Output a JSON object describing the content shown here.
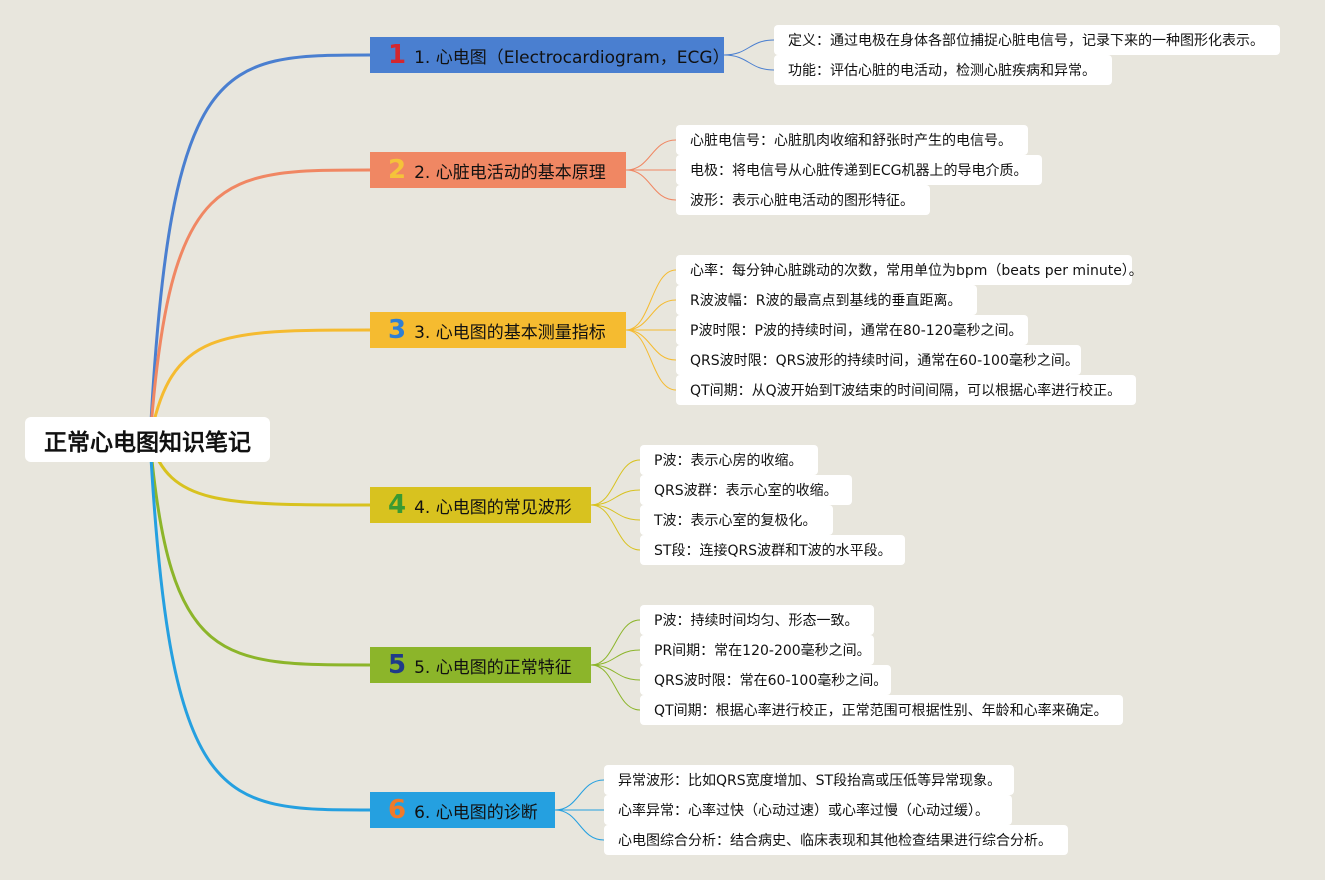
{
  "root": "正常心电图知识笔记",
  "branches": [
    {
      "num": "1",
      "label": "1. 心电图（Electrocardiogram，ECG）",
      "color": "#4a7fd0",
      "num_color": "#d4272f",
      "leaves": [
        "定义：通过电极在身体各部位捕捉心脏电信号，记录下来的一种图形化表示。",
        "功能：评估心脏的电活动，检测心脏疾病和异常。"
      ]
    },
    {
      "num": "2",
      "label": "2. 心脏电活动的基本原理",
      "color": "#f08763",
      "num_color": "#f5c33a",
      "leaves": [
        "心脏电信号：心脏肌肉收缩和舒张时产生的电信号。",
        "电极：将电信号从心脏传递到ECG机器上的导电介质。",
        "波形：表示心脏电活动的图形特征。"
      ]
    },
    {
      "num": "3",
      "label": "3. 心电图的基本测量指标",
      "color": "#f5bb30",
      "num_color": "#2f7fd4",
      "leaves": [
        "心率：每分钟心脏跳动的次数，常用单位为bpm（beats per minute）。",
        "R波波幅：R波的最高点到基线的垂直距离。",
        "P波时限：P波的持续时间，通常在80-120毫秒之间。",
        "QRS波时限：QRS波形的持续时间，通常在60-100毫秒之间。",
        "QT间期：从Q波开始到T波结束的时间间隔，可以根据心率进行校正。"
      ]
    },
    {
      "num": "4",
      "label": "4. 心电图的常见波形",
      "color": "#d8c21f",
      "num_color": "#3a9a32",
      "leaves": [
        "P波：表示心房的收缩。",
        "QRS波群：表示心室的收缩。",
        "T波：表示心室的复极化。",
        "ST段：连接QRS波群和T波的水平段。"
      ]
    },
    {
      "num": "5",
      "label": "5. 心电图的正常特征",
      "color": "#8cb52a",
      "num_color": "#1f3a8a",
      "leaves": [
        "P波：持续时间均匀、形态一致。",
        "PR间期：常在120-200毫秒之间。",
        "QRS波时限：常在60-100毫秒之间。",
        "QT间期：根据心率进行校正，正常范围可根据性别、年龄和心率来确定。"
      ]
    },
    {
      "num": "6",
      "label": "6. 心电图的诊断",
      "color": "#25a0e0",
      "num_color": "#f07a2a",
      "leaves": [
        "异常波形：比如QRS宽度增加、ST段抬高或压低等异常现象。",
        "心率异常：心率过快（心动过速）或心率过慢（心动过缓）。",
        "心电图综合分析：结合病史、临床表现和其他检查结果进行综合分析。"
      ]
    }
  ]
}
